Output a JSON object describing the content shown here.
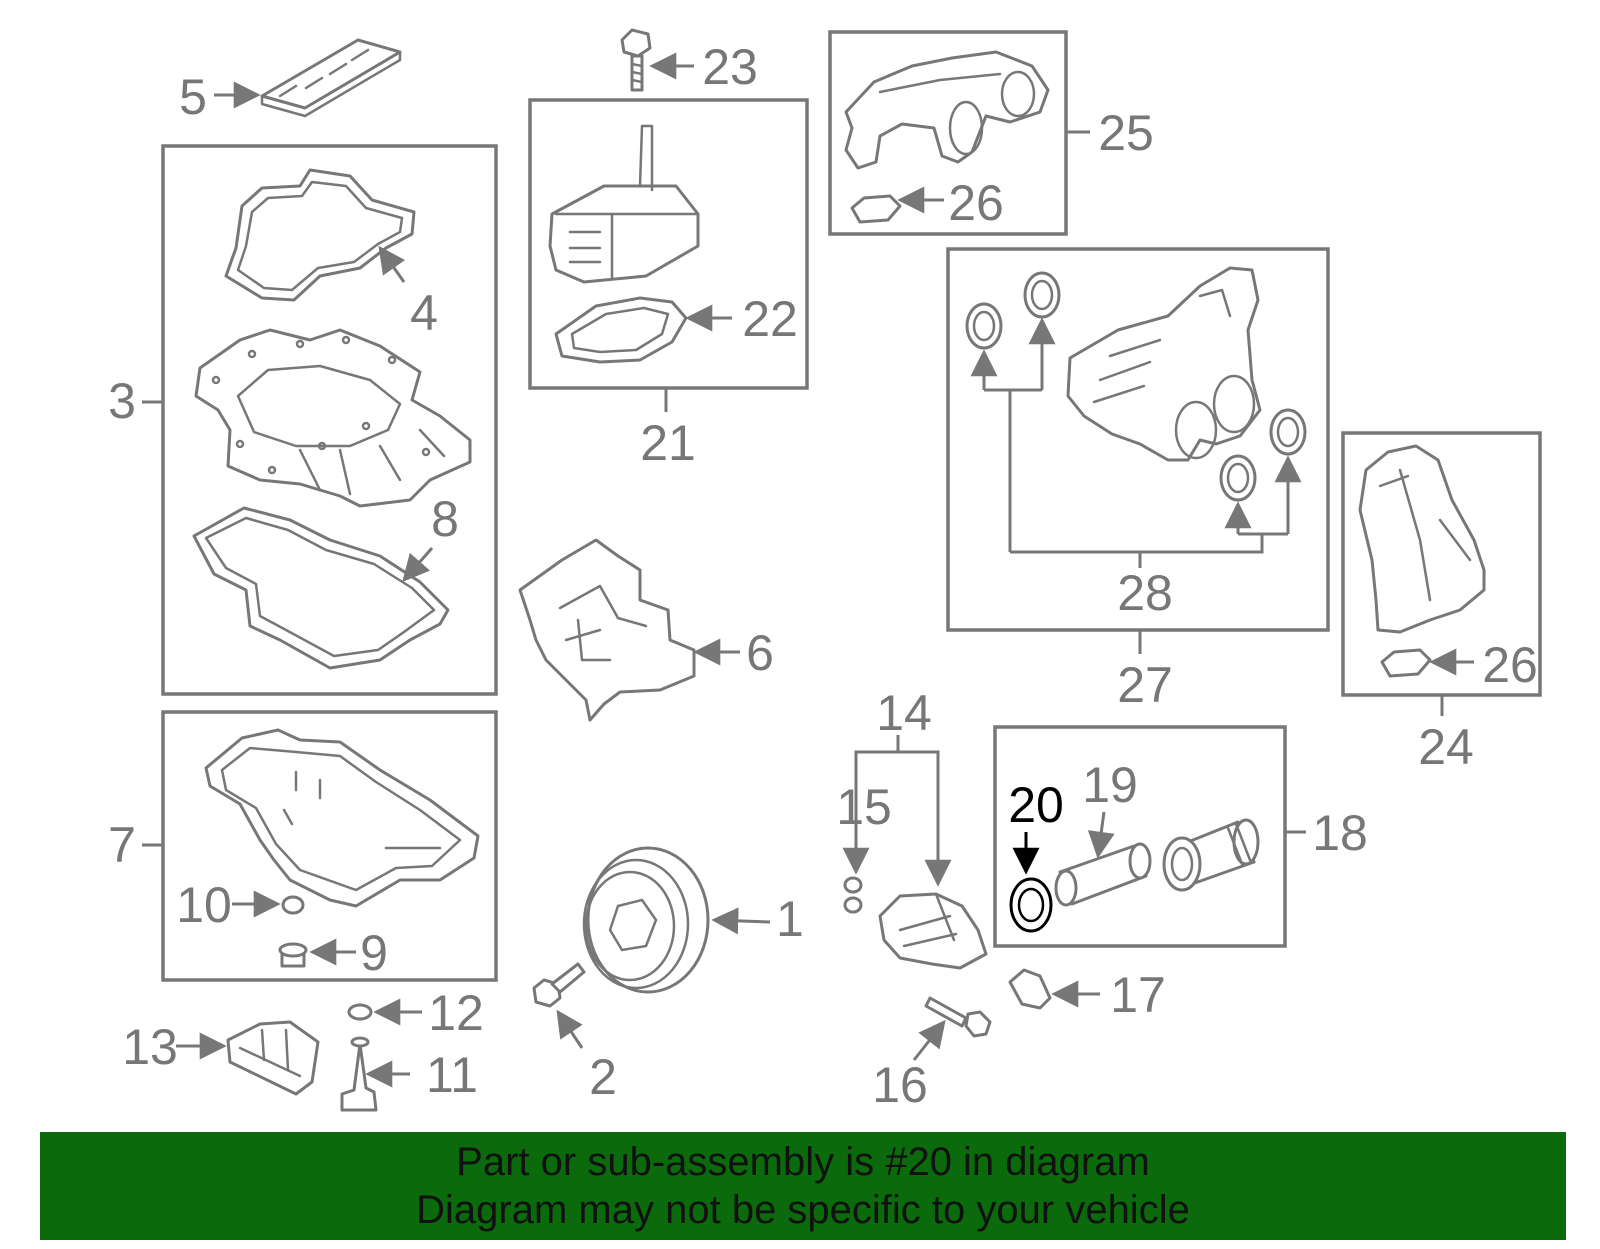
{
  "colors": {
    "line_gray": "#777777",
    "highlight": "#000000",
    "banner_green": "#0b6a0b",
    "banner_text": "#111111"
  },
  "callouts": [
    {
      "id": "1",
      "label": "1"
    },
    {
      "id": "2",
      "label": "2"
    },
    {
      "id": "3",
      "label": "3"
    },
    {
      "id": "4",
      "label": "4"
    },
    {
      "id": "5",
      "label": "5"
    },
    {
      "id": "6",
      "label": "6"
    },
    {
      "id": "7",
      "label": "7"
    },
    {
      "id": "8",
      "label": "8"
    },
    {
      "id": "9",
      "label": "9"
    },
    {
      "id": "10",
      "label": "10"
    },
    {
      "id": "11",
      "label": "11"
    },
    {
      "id": "12",
      "label": "12"
    },
    {
      "id": "13",
      "label": "13"
    },
    {
      "id": "14",
      "label": "14"
    },
    {
      "id": "15",
      "label": "15"
    },
    {
      "id": "16",
      "label": "16"
    },
    {
      "id": "17",
      "label": "17"
    },
    {
      "id": "18",
      "label": "18"
    },
    {
      "id": "19",
      "label": "19"
    },
    {
      "id": "20",
      "label": "20",
      "highlighted": true
    },
    {
      "id": "21",
      "label": "21"
    },
    {
      "id": "22",
      "label": "22"
    },
    {
      "id": "23",
      "label": "23"
    },
    {
      "id": "24",
      "label": "24"
    },
    {
      "id": "25",
      "label": "25"
    },
    {
      "id": "26a",
      "label": "26"
    },
    {
      "id": "26b",
      "label": "26"
    },
    {
      "id": "27",
      "label": "27"
    },
    {
      "id": "28",
      "label": "28"
    }
  ],
  "banner": {
    "line1": "Part or sub-assembly is #20 in diagram",
    "line2": "Diagram may not be specific to your vehicle"
  }
}
